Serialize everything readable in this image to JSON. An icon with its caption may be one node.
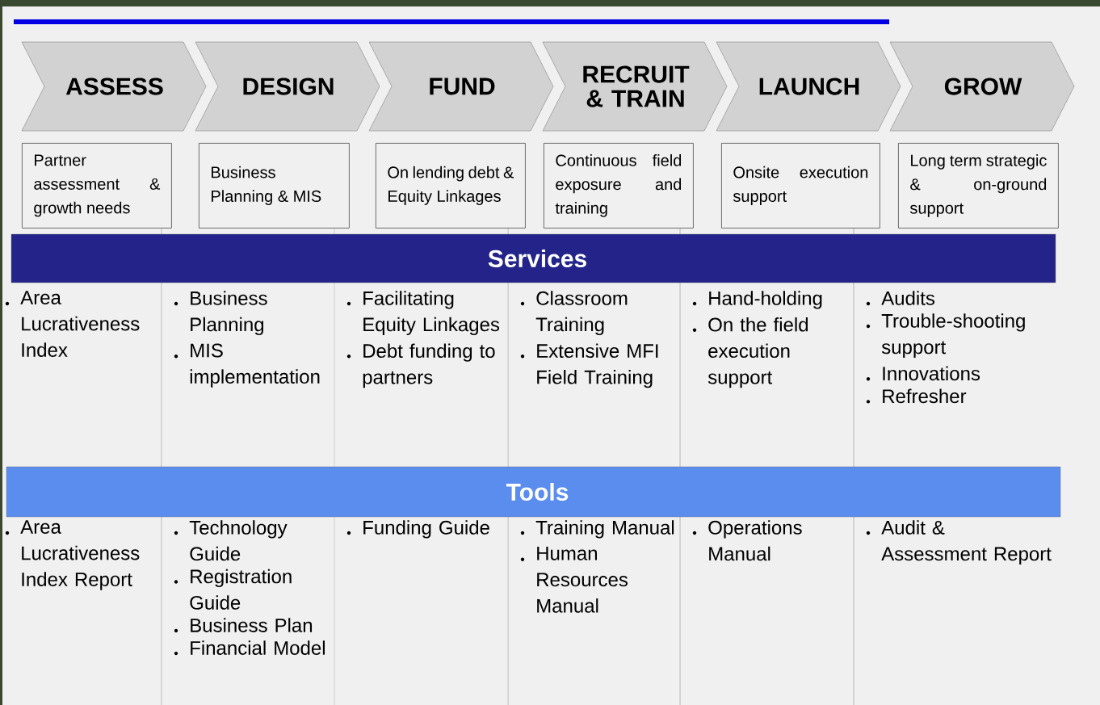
{
  "diagram": {
    "nodes": [
      {
        "text": [
          "ASSESS"
        ]
      },
      {
        "text": [
          "DESIGN"
        ]
      },
      {
        "text": [
          "FUND"
        ]
      },
      {
        "text": [
          "RECRUIT & TRAIN"
        ]
      },
      {
        "text": [
          "LAUNCH"
        ]
      },
      {
        "text": [
          "GROW"
        ]
      },
      {
        "text": [
          "Partner assessment & growth needs"
        ]
      },
      {
        "text": [
          "Business Planning & MIS"
        ]
      },
      {
        "text": [
          "On lending debt & Equity Linkages"
        ]
      },
      {
        "text": [
          "Continuous field exposure and training"
        ]
      },
      {
        "text": [
          "Onsite execution support"
        ]
      },
      {
        "text": [
          "Long term strategic & on-ground support"
        ]
      },
      {
        "text": [
          "Services"
        ]
      },
      {
        "text": [
          "Tools"
        ]
      }
    ],
    "labels": [
      "Area Lucrativeness Index",
      "Business Planning",
      "MIS implementation",
      "Facilitating Equity Linkages",
      "Debt funding to partners",
      "Classroom Training",
      "Extensive MFI Field Training",
      "Hand-holding",
      "On the field execution support",
      "Audits",
      "Trouble-shooting support",
      "Innovations",
      "Refresher",
      "Area Lucrativeness Index Report",
      "Technology Guide",
      "Registration Guide",
      "Business Plan",
      "Financial Model",
      "Funding Guide",
      "Training Manual",
      "Human Resources Manual",
      "Operations Manual",
      "Audit & Assessment Report"
    ]
  }
}
